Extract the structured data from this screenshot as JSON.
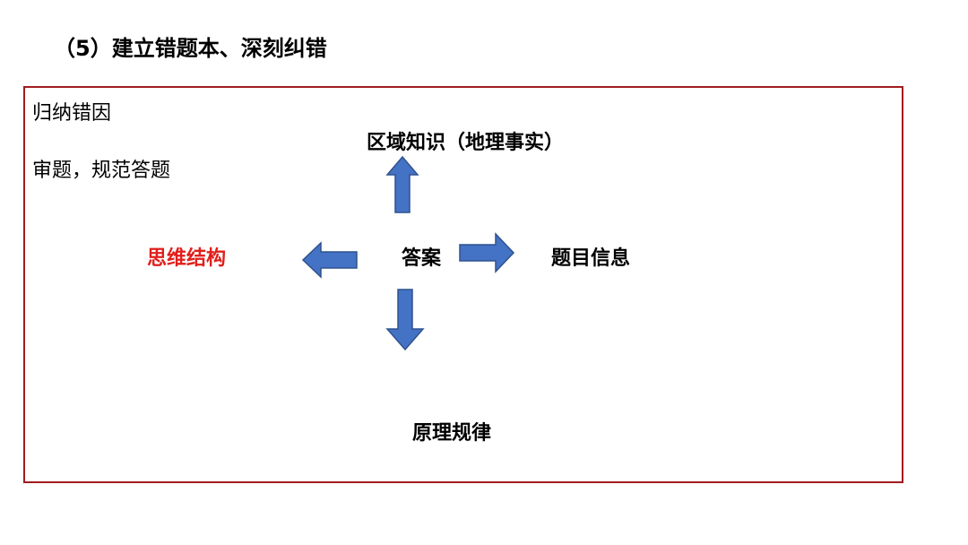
{
  "heading": "（5）建立错题本、深刻纠错",
  "notes": {
    "cause": "归纳错因",
    "method": "审题，规范答题"
  },
  "diagram": {
    "center": "答案",
    "top": "区域知识（地理事实）",
    "left": "思维结构",
    "right": "题目信息",
    "bottom": "原理规律"
  },
  "colors": {
    "frame": "#a01c20",
    "arrow_fill": "#4472c4",
    "arrow_stroke": "#2f528f",
    "highlight_text": "#e0201c"
  }
}
